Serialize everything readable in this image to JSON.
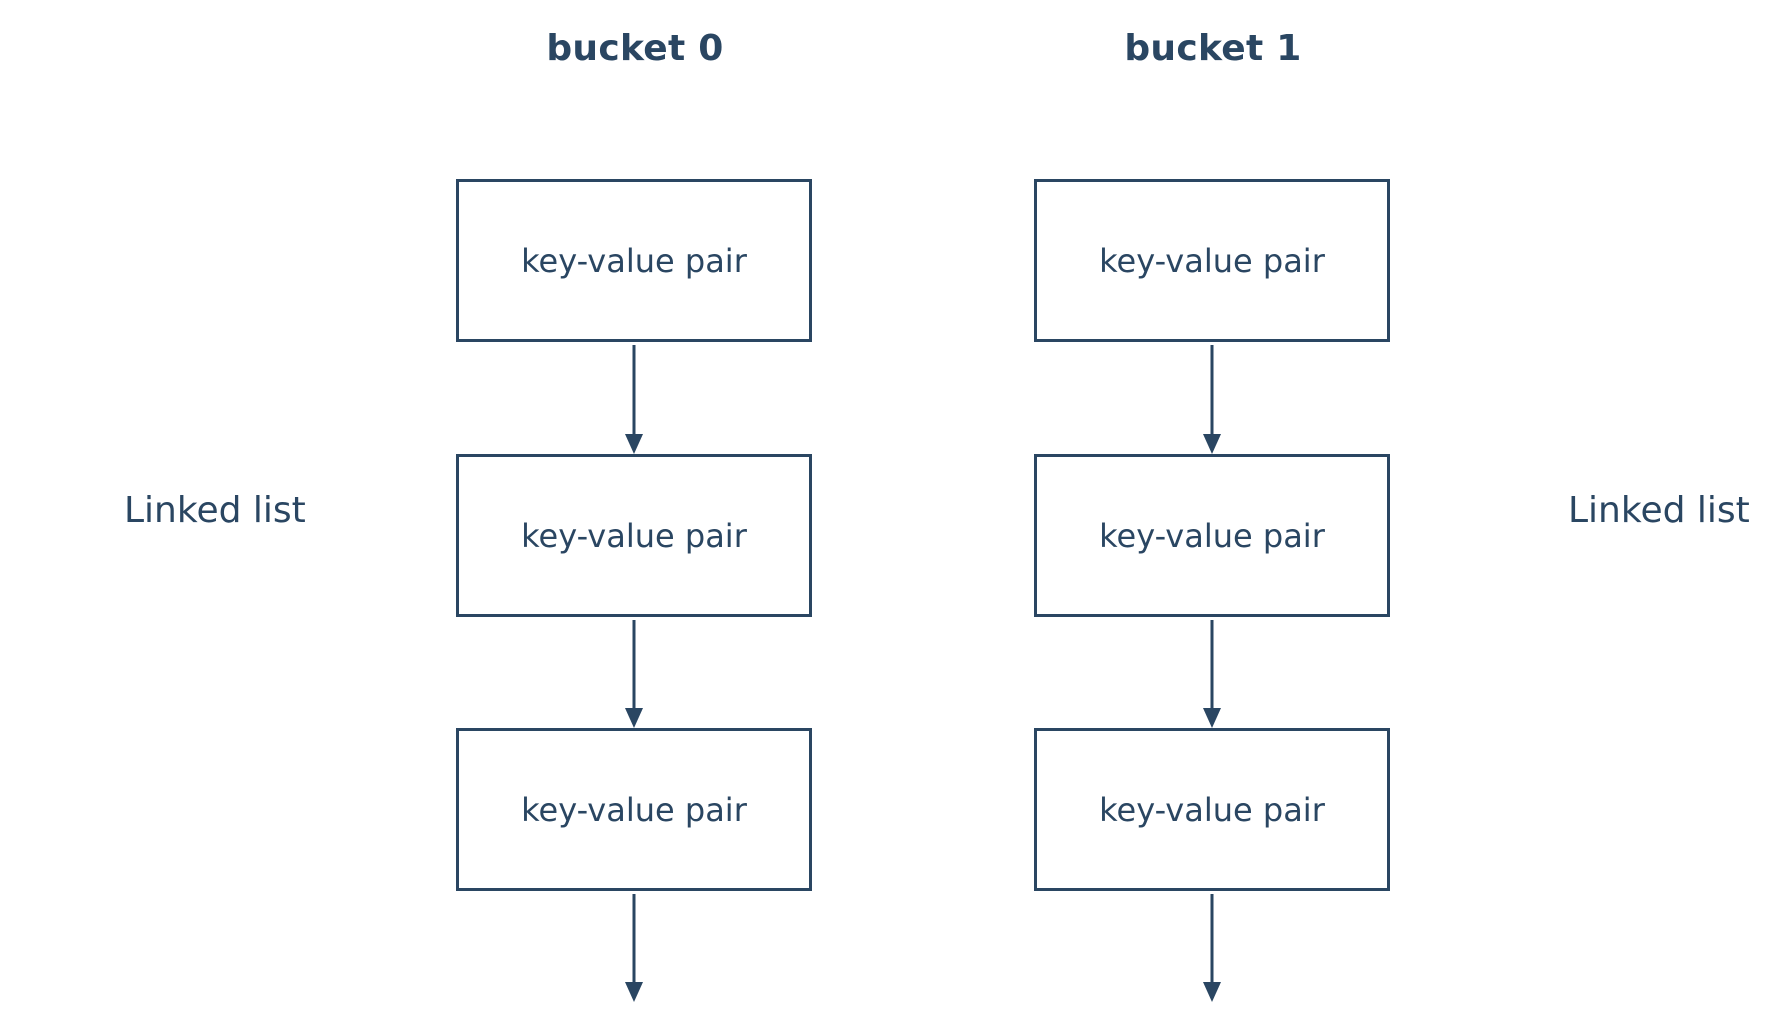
{
  "colors": {
    "ink": "#2a4662",
    "background": "#ffffff"
  },
  "buckets": [
    {
      "title": "bucket 0",
      "side_label": "Linked list",
      "nodes": [
        "key-value pair",
        "key-value pair",
        "key-value pair"
      ]
    },
    {
      "title": "bucket 1",
      "side_label": "Linked list",
      "nodes": [
        "key-value pair",
        "key-value pair",
        "key-value pair"
      ]
    }
  ]
}
